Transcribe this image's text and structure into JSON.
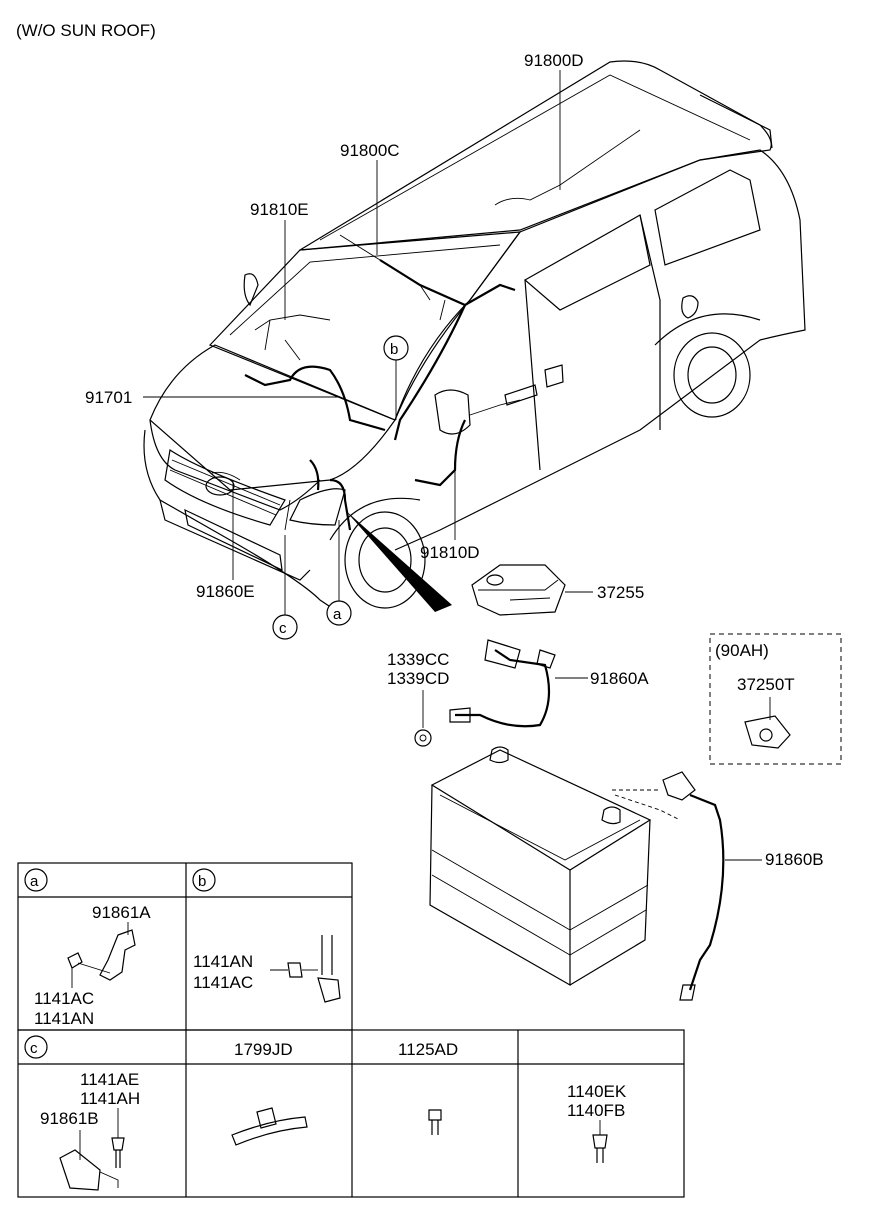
{
  "header": {
    "variant_note": "(W/O SUN ROOF)"
  },
  "callouts": {
    "harness_roof_rear": "91800D",
    "harness_roof": "91800C",
    "harness_floor_front": "91810E",
    "harness_main": "91701",
    "harness_floor_side": "91810D",
    "cable_front": "91860E",
    "battery_cover": "37255",
    "nut_a": "1339CC",
    "nut_b": "1339CD",
    "cable_positive": "91860A",
    "terminal_90ah_option": "(90AH)",
    "terminal_90ah": "37250T",
    "cable_negative": "91860B"
  },
  "markers": {
    "a": "a",
    "b": "b",
    "c": "c"
  },
  "detail_table": {
    "row1": {
      "a": {
        "marker": "a",
        "part": "91861A",
        "bolt_1": "1141AC",
        "bolt_2": "1141AN"
      },
      "b": {
        "marker": "b",
        "bolt_1": "1141AN",
        "bolt_2": "1141AC"
      }
    },
    "row2": {
      "c": {
        "marker": "c",
        "bolt_1": "1141AE",
        "bolt_2": "1141AH",
        "part": "91861B"
      },
      "col2": {
        "header": "1799JD"
      },
      "col3": {
        "header": "1125AD"
      },
      "col4": {
        "header": "",
        "bolt_1": "1140EK",
        "bolt_2": "1140FB"
      }
    }
  }
}
